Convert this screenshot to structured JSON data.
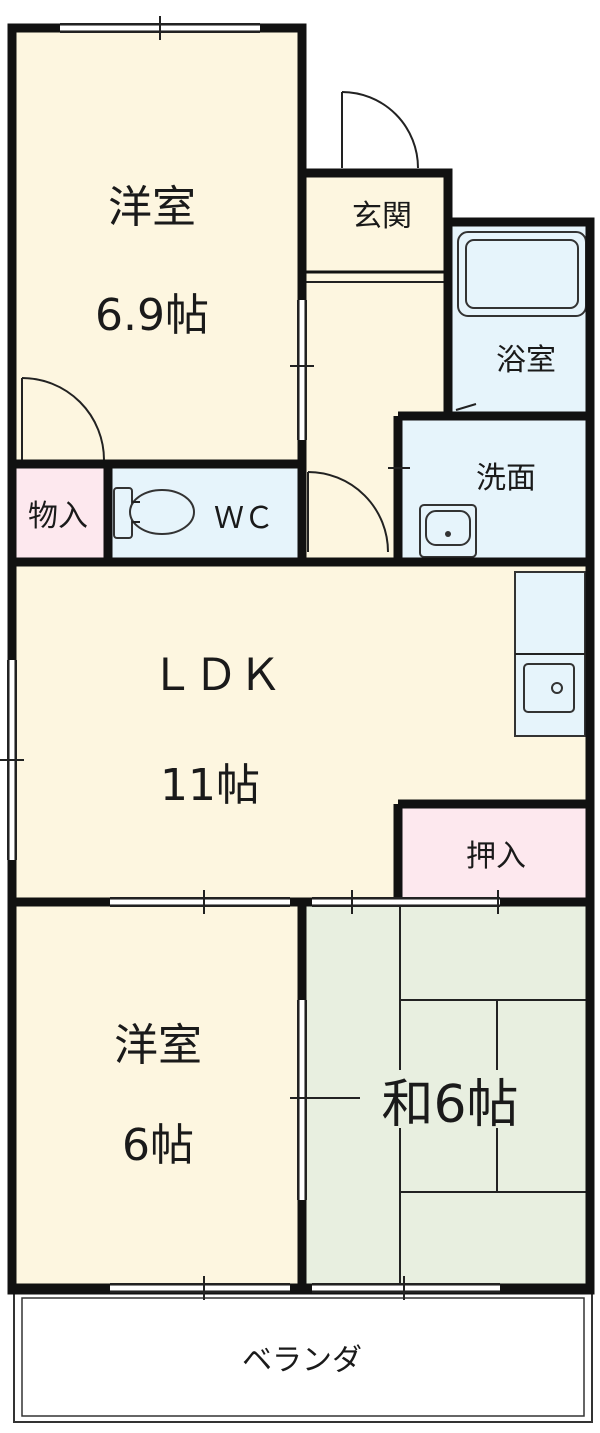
{
  "colors": {
    "wood": "#fdf6e0",
    "wet": "#e6f4fb",
    "storage": "#fde8ee",
    "tatami": "#e8efe0",
    "wall": "#111111"
  },
  "rooms": {
    "west_room_1": {
      "name": "洋室",
      "size": "6.9帖"
    },
    "entrance": {
      "name": "玄関"
    },
    "bath": {
      "name": "浴室"
    },
    "washroom": {
      "name": "洗面"
    },
    "storage_small": {
      "name": "物入"
    },
    "wc": {
      "name": "ＷＣ"
    },
    "ldk": {
      "name": "ＬＤＫ",
      "size": "11帖"
    },
    "closet": {
      "name": "押入"
    },
    "west_room_2": {
      "name": "洋室",
      "size": "6帖"
    },
    "japanese_room": {
      "name": "和6帖"
    },
    "balcony": {
      "name": "ベランダ"
    }
  }
}
